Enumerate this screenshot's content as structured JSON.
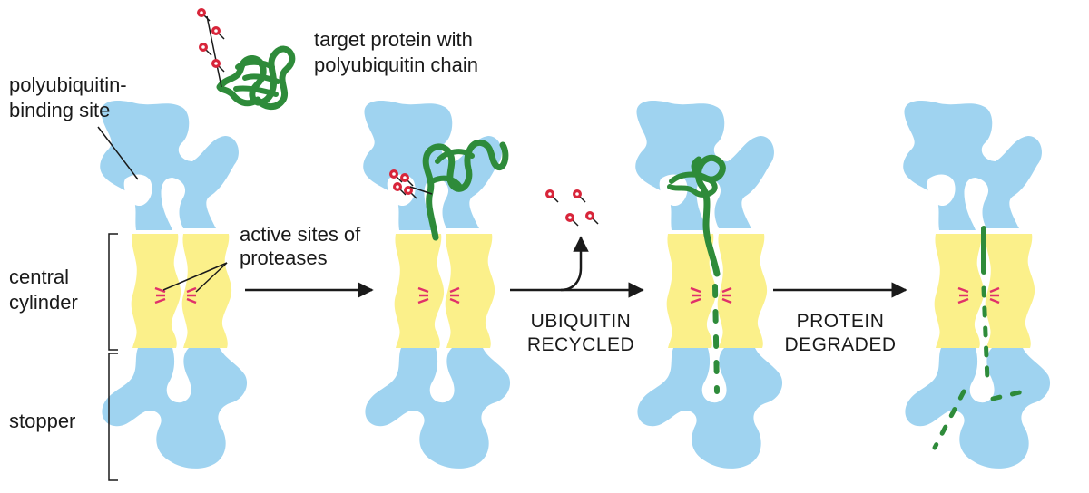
{
  "labels": {
    "target_protein": "target protein with polyubiquitin chain",
    "polyubiquitin_binding_site": "polyubiquitin-binding site",
    "active_sites": "active sites of proteases",
    "central_cylinder": "central cylinder",
    "stopper": "stopper"
  },
  "steps": {
    "ubiquitin_recycled": "UBIQUITIN RECYCLED",
    "protein_degraded": "PROTEIN DEGRADED"
  },
  "colors": {
    "cap_blue": "#9fd3f0",
    "cylinder_yellow": "#fbf08a",
    "protein_green": "#2e8b3a",
    "ubiquitin_red": "#d8253a",
    "active_site_pink": "#e0316a",
    "ink": "#1a1a1a"
  }
}
